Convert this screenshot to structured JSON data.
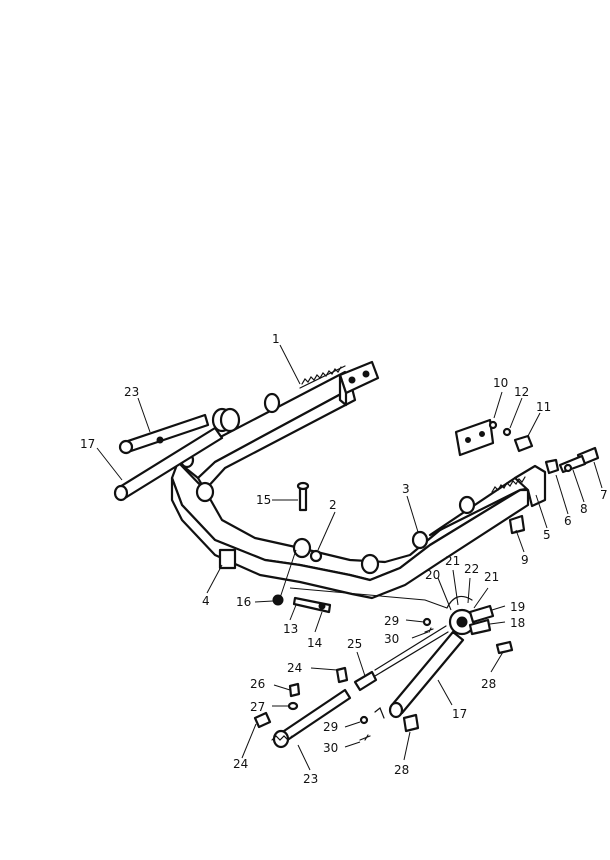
{
  "callouts": [
    {
      "id": "c1",
      "text": "1"
    },
    {
      "id": "c2",
      "text": "2"
    },
    {
      "id": "c3",
      "text": "3"
    },
    {
      "id": "c4",
      "text": "4"
    },
    {
      "id": "c5",
      "text": "5"
    },
    {
      "id": "c6",
      "text": "6"
    },
    {
      "id": "c7",
      "text": "7"
    },
    {
      "id": "c8",
      "text": "8"
    },
    {
      "id": "c9",
      "text": "9"
    },
    {
      "id": "c10",
      "text": "10"
    },
    {
      "id": "c11",
      "text": "11"
    },
    {
      "id": "c12",
      "text": "12"
    },
    {
      "id": "c13",
      "text": "13"
    },
    {
      "id": "c14",
      "text": "14"
    },
    {
      "id": "c15",
      "text": "15"
    },
    {
      "id": "c16",
      "text": "16"
    },
    {
      "id": "c17a",
      "text": "17"
    },
    {
      "id": "c17b",
      "text": "17"
    },
    {
      "id": "c18",
      "text": "18"
    },
    {
      "id": "c19",
      "text": "19"
    },
    {
      "id": "c20",
      "text": "20"
    },
    {
      "id": "c21a",
      "text": "21"
    },
    {
      "id": "c21b",
      "text": "21"
    },
    {
      "id": "c22",
      "text": "22"
    },
    {
      "id": "c23a",
      "text": "23"
    },
    {
      "id": "c23b",
      "text": "23"
    },
    {
      "id": "c24a",
      "text": "24"
    },
    {
      "id": "c24b",
      "text": "24"
    },
    {
      "id": "c25",
      "text": "25"
    },
    {
      "id": "c26",
      "text": "26"
    },
    {
      "id": "c27",
      "text": "27"
    },
    {
      "id": "c28a",
      "text": "28"
    },
    {
      "id": "c28b",
      "text": "28"
    },
    {
      "id": "c29a",
      "text": "29"
    },
    {
      "id": "c29b",
      "text": "29"
    },
    {
      "id": "c30a",
      "text": "30"
    },
    {
      "id": "c30b",
      "text": "30"
    }
  ]
}
